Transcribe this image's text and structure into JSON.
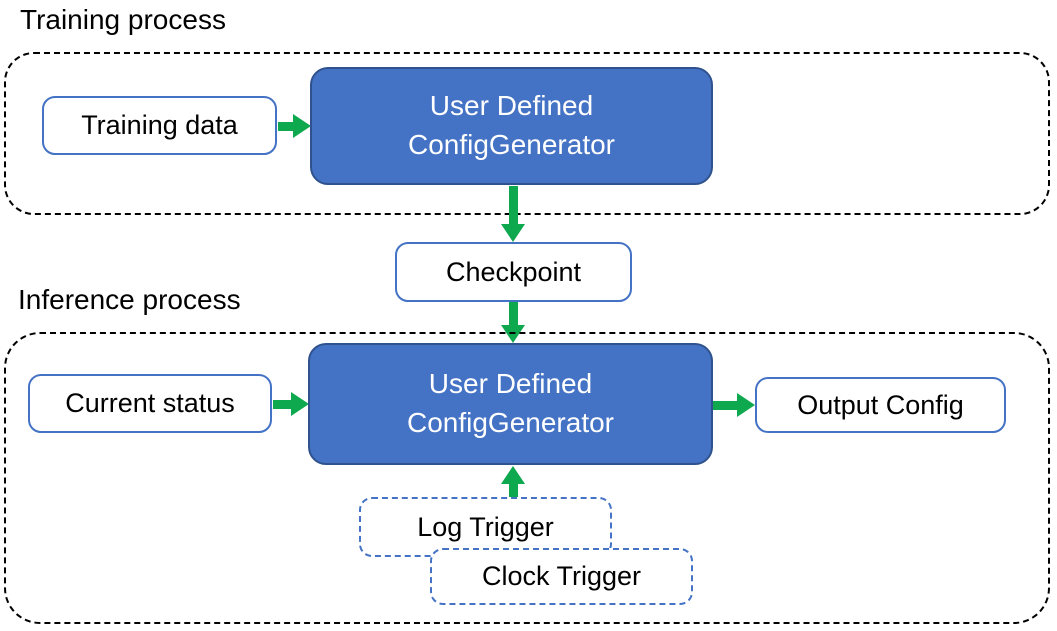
{
  "diagram": {
    "training": {
      "title": "Training process",
      "input_label": "Training data",
      "generator_line1": "User Defined",
      "generator_line2": "ConfigGenerator"
    },
    "checkpoint_label": "Checkpoint",
    "inference": {
      "title": "Inference process",
      "input_label": "Current status",
      "generator_line1": "User Defined",
      "generator_line2": "ConfigGenerator",
      "output_label": "Output Config",
      "log_trigger_label": "Log Trigger",
      "clock_trigger_label": "Clock Trigger"
    }
  },
  "colors": {
    "generator_fill": "#4472C4",
    "generator_border": "#2F528F",
    "io_box_border": "#4472C4",
    "trigger_border": "#4472C4",
    "arrow_green": "#0EA84F",
    "container_border": "#000000",
    "text_dark": "#000000",
    "text_light": "#FFFFFF"
  }
}
